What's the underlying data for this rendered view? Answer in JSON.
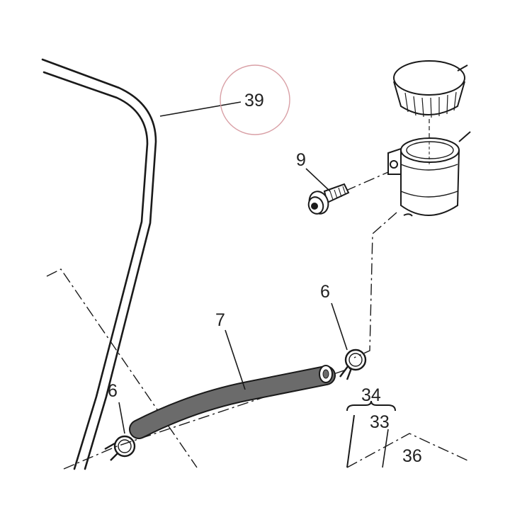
{
  "callouts": {
    "c39": "39",
    "c9": "9",
    "c6_top": "6",
    "c7": "7",
    "c6_left": "6",
    "c34": "34",
    "c33": "33",
    "c36": "36"
  },
  "colors": {
    "line": "#1a1a1a",
    "hose_fill": "#6b6b6b",
    "highlight_circle": "#d9a0a6"
  }
}
